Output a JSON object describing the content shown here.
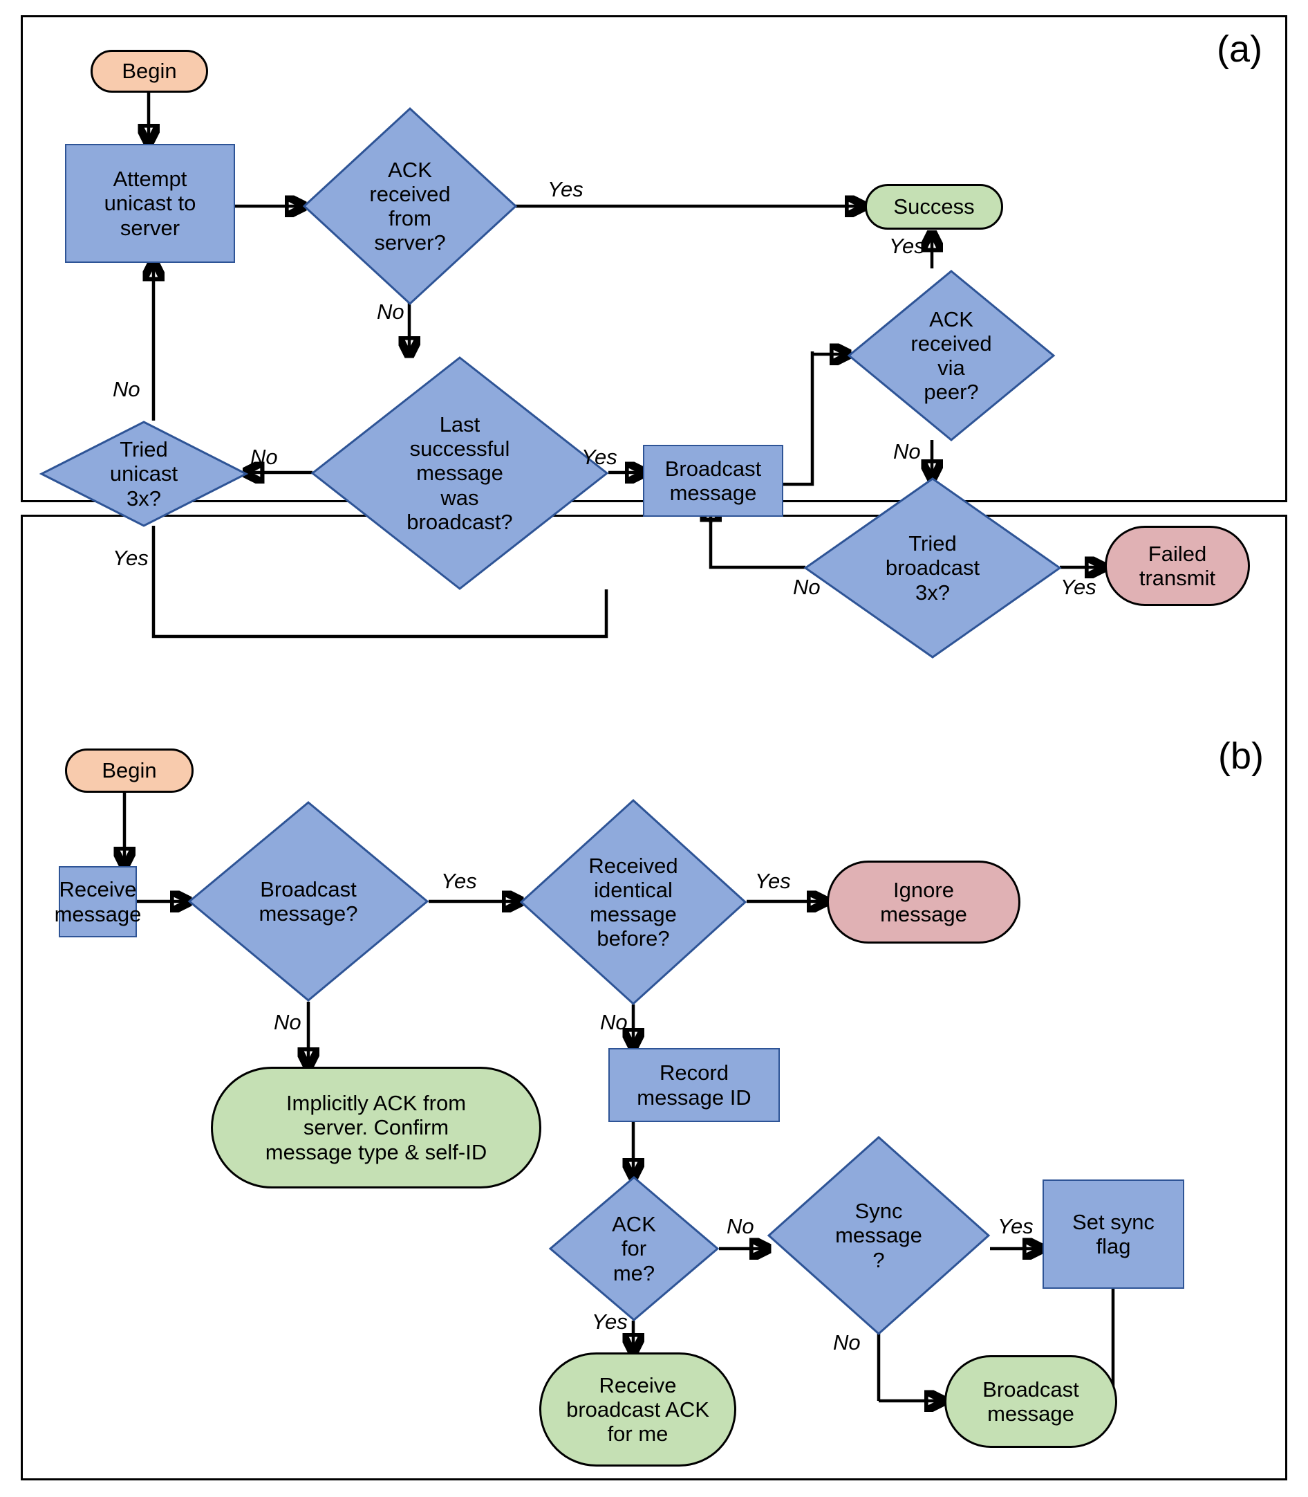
{
  "figure": {
    "panels": [
      {
        "id": "a",
        "label": "(a)",
        "nodes": {
          "begin": "Begin",
          "attempt_unicast": "Attempt\nunicast to\nserver",
          "ack_from_server": "ACK\nreceived\nfrom\nserver?",
          "success": "Success",
          "last_successful_broadcast": "Last\nsuccessful\nmessage\nwas\nbroadcast?",
          "tried_unicast": "Tried\nunicast\n3x?",
          "broadcast_message": "Broadcast\nmessage",
          "ack_via_peer": "ACK\nreceived\nvia\npeer?",
          "tried_broadcast": "Tried\nbroadcast\n3x?",
          "failed_transmit": "Failed\ntransmit"
        },
        "edge_labels": {
          "ack_server_yes": "Yes",
          "ack_server_no": "No",
          "last_broadcast_yes": "Yes",
          "last_broadcast_no": "No",
          "tried_unicast_no": "No",
          "tried_unicast_yes": "Yes",
          "ack_peer_yes": "Yes",
          "ack_peer_no": "No",
          "tried_broadcast_no": "No",
          "tried_broadcast_yes": "Yes"
        }
      },
      {
        "id": "b",
        "label": "(b)",
        "nodes": {
          "begin": "Begin",
          "receive_message": "Receive\nmessage",
          "broadcast_message_q": "Broadcast\nmessage?",
          "received_identical": "Received\nidentical\nmessage\nbefore?",
          "ignore_message": "Ignore\nmessage",
          "implicit_ack": "Implicitly ACK from\nserver. Confirm\nmessage type & self-ID",
          "record_message_id": "Record\nmessage ID",
          "ack_for_me": "ACK\nfor\nme?",
          "sync_message": "Sync\nmessage\n?",
          "set_sync_flag": "Set sync\nflag",
          "receive_broadcast_ack": "Receive\nbroadcast ACK\nfor me",
          "broadcast_message_out": "Broadcast\nmessage"
        },
        "edge_labels": {
          "broadcast_yes": "Yes",
          "broadcast_no": "No",
          "identical_yes": "Yes",
          "identical_no": "No",
          "ack_me_no": "No",
          "ack_me_yes": "Yes",
          "sync_yes": "Yes",
          "sync_no": "No"
        }
      }
    ],
    "colors": {
      "process_fill": "#8faadc",
      "process_stroke": "#2e5496",
      "decision_fill": "#8faadc",
      "decision_stroke": "#2e5496",
      "begin_fill": "#f8cbad",
      "success_fill": "#c5e0b4",
      "fail_fill": "#e0b1b4",
      "line": "#000000",
      "panel_border": "#000000",
      "background": "#ffffff"
    }
  }
}
